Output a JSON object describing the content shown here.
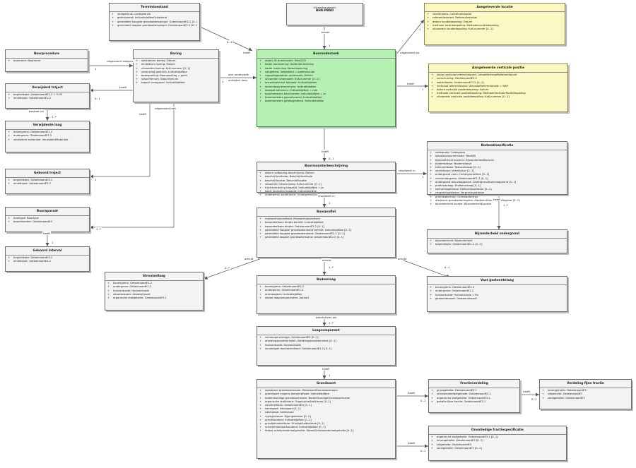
{
  "classes": {
    "bhr": {
      "stereotype": "«Grondcoument»",
      "name": "BHR-PBSD",
      "attrs": []
    },
    "terreintoestand": {
      "name": "Terreintoestand",
      "attrs": [
        "landgebruik: Landgebruik",
        "gedraineerd: IndicatieJaNeeOnbekend",
        "gemiddeld hoogste grondwaterspiegel: GetalenaardE2.2 [0..1]",
        "gemiddeld laagste grondwaterspiegel: GetalenaardE2.2 [0..1]"
      ]
    },
    "aangeleverde_locatie": {
      "name": "Aangeleverde locatie",
      "attrs": [
        "coordinaten: Coördinatenpaar",
        "referentiestelsel: Referentiestelsel",
        "datum locatiebepaling: Datum",
        "methode locatiebepaling: MethodeLocatiebepaling",
        "uitvoerder locatiebepaling: KvK-nummer [0..1]"
      ]
    },
    "boorprocedure": {
      "name": "Boorprocedure",
      "attrs": [
        "boornorm: Boornorm"
      ]
    },
    "boring": {
      "name": "Boring",
      "attrs": [
        "startdatum boring: Datum",
        "einddatum boring: Datum",
        "uitvoerder boring: KvK-nummer [0..1]",
        "verbuizing gebruikt: IndicatieJaNee",
        "boorspoeling: Boorspoeling = geen",
        "stopcriterium: Stopcriterium",
        "traject verwijderd: IndicatieJaNee"
      ]
    },
    "booronderzoek": {
      "name": "Booronderzoek",
      "attrs": [
        "object-ID bronhouder: Tekst200",
        "kader aanlevering: KaderAanlevering",
        "kader inwinning: KaderInwinning",
        "vakgebied: Vakgebied = bodemkunde",
        "rapportagedatum onderzoek: Datum",
        "uitvoerder onderzoek: KvK-nummer [0..1]",
        "terreintoestand bepaald: IndicatieJaNee",
        "stroomlaag beschreven: IndicatieJaNee",
        "boorgat benomen: IndicatieJaNee = nee",
        "boormonsters beschreven: IndicatieJaNee = ja",
        "boormonsters geanalyseerd: IndicatieJaNee",
        "boormonsters gefotografeerd: IndicatieJaNee"
      ]
    },
    "verwijderd_traject": {
      "name": "Verwijderd traject",
      "attrs": [
        "begindiepte: GetalenaardE1.2 = 0.00",
        "einddiepte: GetalenaardE1.2"
      ]
    },
    "aangeleverde_verticale_positie": {
      "name": "Aangeleverde verticale positie",
      "attrs": [
        "lokaal verticaal referentiepunt: LokaalVerticaalReferentiepunt",
        "verschuiving: GetalenaardE3.2",
        "waterdiepte: GetalenaardE3.2 [0..1]",
        "verticaal referentievlak: VerticaalReferentievlak = NAP",
        "datum verticale positiebepaling: Datum",
        "methode verticale positiebepaling: MethodeVerticalePositiebepaling",
        "uitvoerder verticale positiebepaling: KvK-nummer [0..1]"
      ]
    },
    "verwijderde_laag": {
      "name": "Verwijderde laag",
      "attrs": [
        "bovengrens: GetalenaardE1.2",
        "ondergrens: GetalenaardE1.2",
        "verwijderd materiaal: VerwijderdMateriaal"
      ]
    },
    "bodemklassificatie": {
      "name": "Bodemklassificatie",
      "attrs": [
        "codegroep: Codegroep",
        "standaardpuntencode: Tekst80",
        "bijzonderheid bovenin: BijzonderheidBovenin",
        "bodemklasse: Bodemklasse",
        "textuurklasse: Textuurklasse [0..1]",
        "veenklasse: Veenklasse [0..1]",
        "ondergrond veen: OndergrondVeen [0..1]",
        "veenondergrens: GetalenaardE1.2 [0..1]",
        "ondergrond duinvaaggrond: OndergrondDuinvaaggrond [0..1]",
        "profielverloop: Profielverloop [0..1]",
        "kalkverloopklasse: Kalkverloopklasse [0..1]",
        "vergravingsklasse: Vergravingsklasse",
        "grondwatertrap: Grondwatertrap",
        "afwijkend grondwaterregime: AfwijkendGrondwaterRegime [0..1]",
        "bijzonderheid locatie: BijzonderheidLocatie"
      ]
    },
    "boormonsterbeschrijving": {
      "name": "Boormonsterbeschrijving",
      "attrs": [
        "datum voltooiing beschrijving: Datum",
        "beschrijfmethode: Beschrijfmethode",
        "beschrijflocatie: Beschrijflocatie",
        "uitvoerder beschrijving: KvK-nummer [0..1]",
        "fractieverdeling bepaald: IndicatieJaNee = ja",
        "kaart monsters bepaald: IndicatieJaNee",
        "ondergrens zandfractie: OndergrensZandfractie = 50"
      ]
    },
    "geboord_traject": {
      "name": "Geboord traject",
      "attrs": [
        "begindiepte: GetalenaardE3.2",
        "einddiepte: GetalenaardE3.2"
      ]
    },
    "booraparaat": {
      "name": "Booraparaat",
      "attrs": [
        "boortype: Boortype",
        "boordiameter: GetalenaardE4"
      ]
    },
    "bijzonderheid_ondergrond": {
      "name": "Bijzonderheid ondergrond",
      "attrs": [
        "bijzonderheid: Bijzonderheid",
        "begindiepte: GetalenaardE1.1 [0..1]"
      ]
    },
    "boorprofiel": {
      "name": "Boorprofiel",
      "attrs": [
        "monsterhoeveelheid: Monsterhoeveelheid",
        "beoordeelbare diepte bereikt: IndicatieJaNee",
        "beoordeelbare diepte: GetalenaardE2.2 [0..1]",
        "gemiddeld hoogste grondwaterstand bereikt: IndicatieJaNee [0..1]",
        "gemiddeld hoogste grondwaterstand: GetalenaardE2.2 [0..1]",
        "gemiddeld laagste grondwaterstand: GetalenaardE2.2 [0..1]"
      ]
    },
    "geboord_interval": {
      "name": "Geboord interval",
      "attrs": [
        "begindiepte: GetalenaardE3.2",
        "einddiepte: GetalenaardE3.2"
      ]
    },
    "strooisellaag": {
      "name": "Strooisellaag",
      "attrs": [
        "bovengrens: GetalenaardE1.2",
        "ondergrens: GetalenaardE1.2",
        "horizontcode: Horizontcode",
        "strooiselsoort: Strooiselsoort",
        "organische stofgehalte: GetalenaardE3.1"
      ]
    },
    "bodemlaag": {
      "name": "Bodemlaag",
      "attrs": [
        "bovengrens: GetalenaardE2.2",
        "ondergrens: GetalenaardE2.2",
        "antropogeen: IndicatieJaNee",
        "aantal laagcomponenten: Aantal1"
      ]
    },
    "vast_gesteentelaag": {
      "name": "Vast gesteentelaag",
      "attrs": [
        "bovengrens: GetalenaardE2.2",
        "ondergrens: GetalenaardE2.2",
        "horizontcode: Horizontcode = Ru",
        "gesteentesoort: Gesteentesoort"
      ]
    },
    "laagcomponent": {
      "name": "Laagcomponent",
      "attrs": [
        "volumepercentage: GetalenaardE2 [0..1]",
        "afzettingskarakteristiek: Afzettingskarakteristiek [0..1]",
        "horizontcode: Horizontcode",
        "verzadigde doorlatendheid: GetalenaardE1.2 [0..1]"
      ]
    },
    "grondsoort": {
      "name": "Grondsoort",
      "attrs": [
        "standaard grondsoortnaam: StandaardGrondsoortnaam",
        "grondsoort volgens leemdriehoek: IndicatieJaNee",
        "bodemkundige grondsoortnaam: BodemkundigeGrondsoortnaam",
        "organische stofklasse: OrganischeStofklasse [0..1]",
        "zandmediaan: GetalenaardE4 [0..1]",
        "veensoort: Veensoort [0..1]",
        "kalkklasse: Kalkklasse",
        "rijpingsklasse: Rijpingsklasse [0..1]",
        "grindhoudend: IndicatieJaNee [0..1]",
        "grindgehalteklasse: Grindgehalteklasse [0..1]",
        "schelpmateriaalhoudend: IndicatieJaNee [0..1]",
        "klasse schelpmateriaalgehalte: KlasseSchelpmateriaalgehalte [0..1]"
      ]
    },
    "fractieverdeling": {
      "name": "Fractieverdeling",
      "attrs": [
        "grindgehalte: GetalenaardE3.1",
        "schelpmateriaalgehalte: GetalenaardE3.1",
        "organische stofgehalte: GetalenaardE3.1",
        "gehalte fijne fractie: GetalenaardE3.1"
      ]
    },
    "verdeling_fijne_fractie": {
      "name": "Verdeling fijne fractie",
      "attrs": [
        "lutumgehalte: GetalenaardE3",
        "siltgehalte: GetalenaardE3",
        "zandgehalte: GetalenaardE3"
      ]
    },
    "onvolledige_fractiespecificatie": {
      "name": "Onvolledige fractiespecificatie",
      "attrs": [
        "organische stofgehalte: GetalenaardE3.1 [0..1]",
        "lutumgehalte: GetalenaardE3 [0..1]",
        "siltgehalte: GetalenaardE3",
        "zandgehalte: GetalenaardE3 [0..1]"
      ]
    }
  },
  "labels": {
    "bhr_booronderzoek": "bevat",
    "bhr_booronderzoek_m": "1",
    "terrein_booronderzoek": "heeft",
    "terrein_booronderzoek_m": "0..1",
    "locatie_booronderzoek": "uitgevoerd op",
    "locatie_booronderzoek_m": "1",
    "procedure_boring": "uitgevoerd volgens",
    "procedure_boring_m": "1",
    "boring_booronderzoek": "aan onderzoek",
    "boring_booronderzoek_2": "ontleden door",
    "boring_booronderzoek_m": "1",
    "verticale_booronderzoek": "heeft",
    "verticale_booronderzoek_m": "1",
    "boring_traject": "heeft",
    "boring_traject_m": "0..1",
    "traject_laag": "bestaat uit",
    "traject_laag_m": "1..*",
    "boring_geboord": "heeft",
    "boring_geboord_m": "1",
    "boring_apparaat": "uitgevoerd met",
    "boring_apparaat_m": "1..*",
    "apparaat_interval": "heeft",
    "apparaat_interval_m": "1",
    "booronderzoek_beschrijving": "heeft",
    "booronderzoek_beschrijving_m": "0..1",
    "beschrijving_klassificatie": "resulteert in",
    "beschrijving_klassificatie_m": "1",
    "klassificatie_bijzonderheid": "heeft",
    "klassificatie_bijzonderheid_m": "1..*",
    "beschrijving_profiel": "resulteert in",
    "beschrijving_profiel_m": "1",
    "profiel_strooisel": "omvat",
    "profiel_strooisel_m": "0..*",
    "profiel_bodemlaag": "omvat",
    "profiel_bodemlaag_m": "1..*",
    "profiel_vast": "omvat",
    "profiel_vast_m": "0..1",
    "bodemlaag_component": "beschreven als",
    "bodemlaag_component_m": "1..*",
    "component_grondsoort": "heeft",
    "component_grondsoort_m": "1",
    "grondsoort_fractie": "heeft",
    "grondsoort_fractie_m": "0..1",
    "fractie_fijn": "heeft",
    "fractie_fijn_m": "0..1",
    "grondsoort_onvolledig": "heeft",
    "grondsoort_onvolledig_m": "0..1"
  }
}
